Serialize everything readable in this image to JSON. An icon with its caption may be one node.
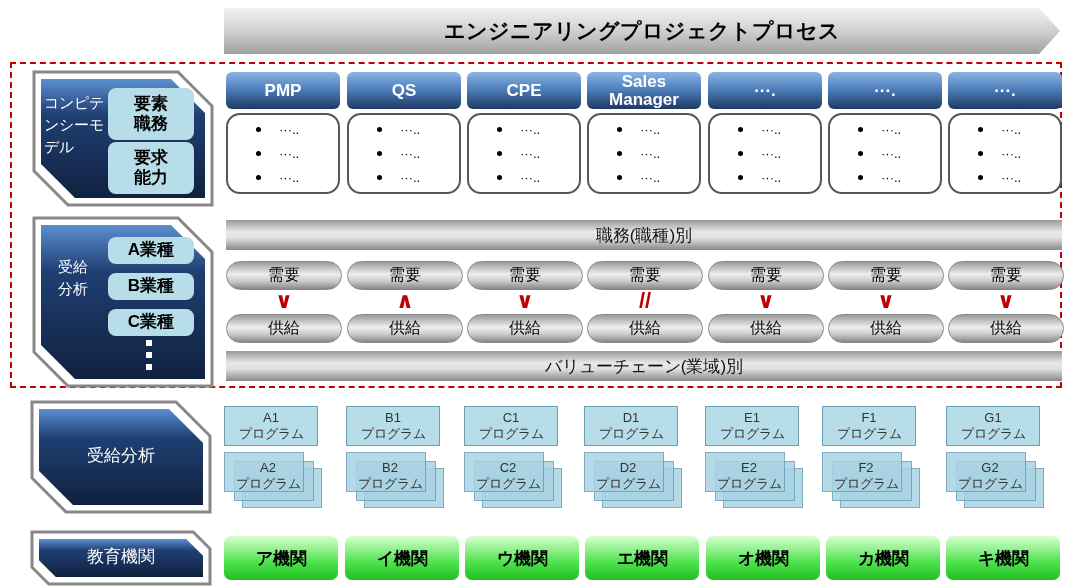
{
  "diagram": {
    "nodes": [
      {
        "text": [
          "エンジニアリングプロジェクトプロセス"
        ]
      },
      {
        "text": [],
        "shape": "box"
      },
      {
        "text": [
          "コンピテンシーモデル"
        ],
        "in": 1
      },
      {
        "text": [
          "要素職務"
        ],
        "in": 2
      },
      {
        "text": [
          "要求能力"
        ],
        "in": 2
      },
      {
        "text": [
          "PMP"
        ],
        "in": 1
      },
      {
        "text": [
          "QS"
        ],
        "in": 1
      },
      {
        "text": [
          "CPE"
        ],
        "in": 1
      },
      {
        "text": [
          "Sales Manager"
        ],
        "in": 1
      },
      {
        "text": [
          "···."
        ],
        "in": 1
      },
      {
        "text": [
          "···."
        ],
        "in": 1
      },
      {
        "text": [
          "···."
        ],
        "in": 1
      },
      {
        "text": [
          "···..",
          "···..",
          "···.."
        ],
        "in": 1
      },
      {
        "text": [
          "···..",
          "···..",
          "···.."
        ],
        "in": 1
      },
      {
        "text": [
          "···..",
          "···..",
          "···.."
        ],
        "in": 1
      },
      {
        "text": [
          "···..",
          "···..",
          "···.."
        ],
        "in": 1
      },
      {
        "text": [
          "···..",
          "···..",
          "···.."
        ],
        "in": 1
      },
      {
        "text": [
          "···..",
          "···..",
          "···.."
        ],
        "in": 1
      },
      {
        "text": [
          "···..",
          "···..",
          "···.."
        ],
        "in": 1
      },
      {
        "text": [
          "受給分析"
        ],
        "in": 1
      },
      {
        "text": [
          "A業種"
        ],
        "in": 19
      },
      {
        "text": [
          "B業種"
        ],
        "in": 19
      },
      {
        "text": [
          "C業種"
        ],
        "in": 19
      },
      {
        "text": [
          "職務(職種)別"
        ],
        "in": 1
      },
      {
        "text": [
          "需要"
        ],
        "in": 1
      },
      {
        "text": [
          "需要"
        ],
        "in": 1
      },
      {
        "text": [
          "需要"
        ],
        "in": 1
      },
      {
        "text": [
          "需要"
        ],
        "in": 1
      },
      {
        "text": [
          "需要"
        ],
        "in": 1
      },
      {
        "text": [
          "需要"
        ],
        "in": 1
      },
      {
        "text": [
          "需要"
        ],
        "in": 1
      },
      {
        "text": [
          "供給"
        ],
        "in": 1
      },
      {
        "text": [
          "供給"
        ],
        "in": 1
      },
      {
        "text": [
          "供給"
        ],
        "in": 1
      },
      {
        "text": [
          "供給"
        ],
        "in": 1
      },
      {
        "text": [
          "供給"
        ],
        "in": 1
      },
      {
        "text": [
          "供給"
        ],
        "in": 1
      },
      {
        "text": [
          "供給"
        ],
        "in": 1
      },
      {
        "text": [
          "バリューチェーン(業域)別"
        ],
        "in": 1
      },
      {
        "text": [
          "受給分析"
        ]
      },
      {
        "text": [
          "A1 プログラム"
        ]
      },
      {
        "text": [
          "B1 プログラム"
        ]
      },
      {
        "text": [
          "C1 プログラム"
        ]
      },
      {
        "text": [
          "D1 プログラム"
        ]
      },
      {
        "text": [
          "E1 プログラム"
        ]
      },
      {
        "text": [
          "F1 プログラム"
        ]
      },
      {
        "text": [
          "G1 プログラム"
        ]
      },
      {
        "text": [
          "A2 プログラム"
        ]
      },
      {
        "text": [
          "B2 プログラム"
        ]
      },
      {
        "text": [
          "C2 プログラム"
        ]
      },
      {
        "text": [
          "D2 プログラム"
        ]
      },
      {
        "text": [
          "E2 プログラム"
        ]
      },
      {
        "text": [
          "F2 プログラム"
        ]
      },
      {
        "text": [
          "G2 プログラム"
        ]
      },
      {
        "text": [
          "教育機関"
        ]
      },
      {
        "text": [
          "ア機関"
        ]
      },
      {
        "text": [
          "イ機関"
        ]
      },
      {
        "text": [
          "ウ機関"
        ]
      },
      {
        "text": [
          "エ機関"
        ]
      },
      {
        "text": [
          "オ機関"
        ]
      },
      {
        "text": [
          "カ機関"
        ]
      },
      {
        "text": [
          "キ機関"
        ]
      }
    ],
    "edges": [],
    "labels": [
      "∨",
      "∧",
      "∨",
      "//",
      "∨",
      "∨",
      "∨"
    ]
  }
}
